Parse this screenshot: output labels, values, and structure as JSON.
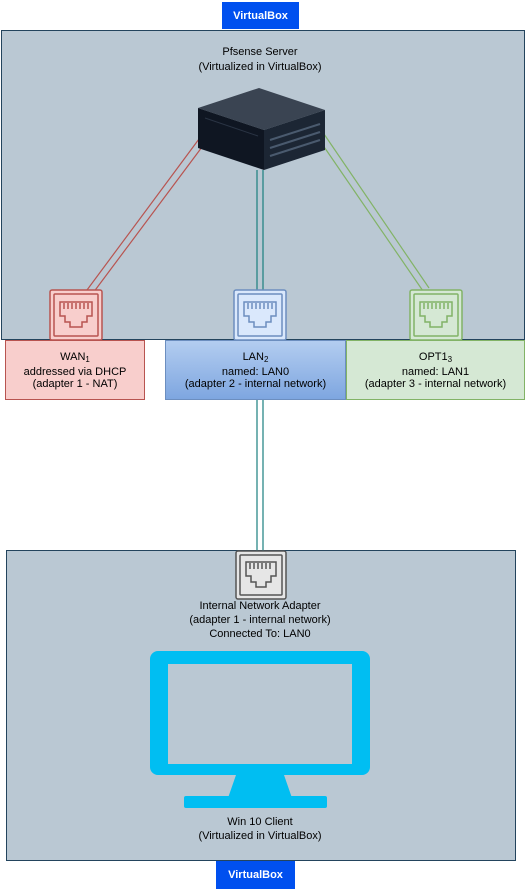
{
  "top_badge": {
    "label": "VirtualBox"
  },
  "bottom_badge": {
    "label": "VirtualBox"
  },
  "server": {
    "name": "Pfsense Server",
    "subtitle": "(Virtualized in VirtualBox)",
    "icon": "server-icon"
  },
  "interfaces": {
    "wan": {
      "name": "WAN",
      "sub": "1",
      "line2": "addressed via DHCP",
      "line3": "(adapter 1 - NAT)",
      "color": "#b85450",
      "fill": "#f8cecc",
      "icon": "ethernet-port-icon"
    },
    "lan": {
      "name": "LAN",
      "sub": "2",
      "line2": "named: LAN0",
      "line3": "(adapter 2 - internal network)",
      "color": "#6c8ebf",
      "fill": "#b3cdf0",
      "icon": "ethernet-port-icon"
    },
    "opt": {
      "name": "OPT1",
      "sub": "3",
      "line2": "named: LAN1",
      "line3": "(adapter 3 - internal network)",
      "color": "#82b366",
      "fill": "#d5e8d4",
      "icon": "ethernet-port-icon"
    }
  },
  "client_adapter": {
    "line1": "Internal Network Adapter",
    "line2": "(adapter 1 - internal network)",
    "line3": "Connected To: LAN0",
    "icon": "ethernet-port-icon"
  },
  "client": {
    "name": "Win 10 Client",
    "subtitle": "(Virtualized in VirtualBox)",
    "icon": "monitor-icon",
    "color": "#00bef2"
  },
  "colors": {
    "panel_fill": "#bac8d3",
    "panel_border": "#23445d",
    "badge": "#0050ef",
    "link_teal": "#1a7f7f"
  }
}
